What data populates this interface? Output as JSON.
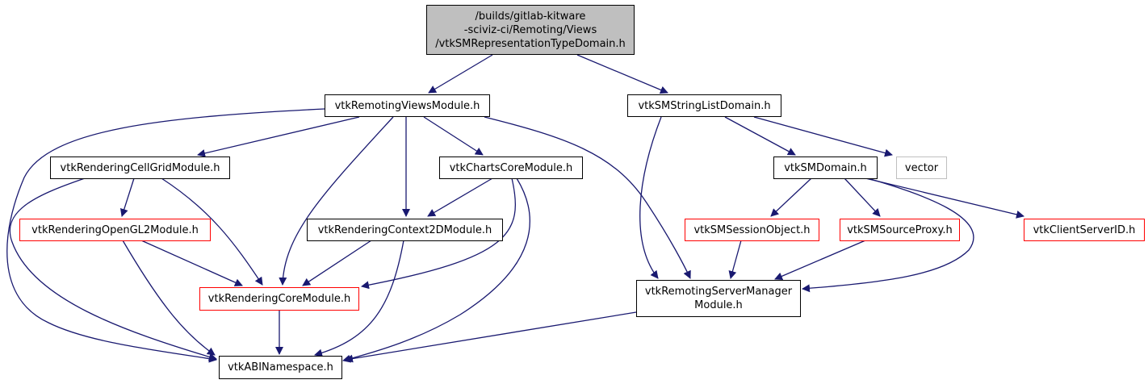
{
  "colors": {
    "edge": "#191970",
    "root_fill": "#bfbfbf",
    "missing_border": "#ff0000",
    "external_border": "#bfbfbf"
  },
  "nodes": {
    "root": {
      "label": "/builds/gitlab-kitware\n-sciviz-ci/Remoting/Views\n/vtkSMRepresentationTypeDomain.h",
      "style": "root"
    },
    "remoting_views": {
      "label": "vtkRemotingViewsModule.h",
      "style": "normal"
    },
    "sm_string_list": {
      "label": "vtkSMStringListDomain.h",
      "style": "normal"
    },
    "cell_grid": {
      "label": "vtkRenderingCellGridModule.h",
      "style": "normal"
    },
    "charts_core": {
      "label": "vtkChartsCoreModule.h",
      "style": "normal"
    },
    "sm_domain": {
      "label": "vtkSMDomain.h",
      "style": "normal"
    },
    "vector": {
      "label": "vector",
      "style": "external"
    },
    "opengl2": {
      "label": "vtkRenderingOpenGL2Module.h",
      "style": "red"
    },
    "context2d": {
      "label": "vtkRenderingContext2DModule.h",
      "style": "normal"
    },
    "session_object": {
      "label": "vtkSMSessionObject.h",
      "style": "red"
    },
    "source_proxy": {
      "label": "vtkSMSourceProxy.h",
      "style": "red"
    },
    "client_server_id": {
      "label": "vtkClientServerID.h",
      "style": "red"
    },
    "rendering_core": {
      "label": "vtkRenderingCoreModule.h",
      "style": "red"
    },
    "server_manager": {
      "label": "vtkRemotingServerManager\nModule.h",
      "style": "normal"
    },
    "abi": {
      "label": "vtkABINamespace.h",
      "style": "normal"
    }
  },
  "edges": [
    [
      "root",
      "remoting_views"
    ],
    [
      "root",
      "sm_string_list"
    ],
    [
      "remoting_views",
      "cell_grid"
    ],
    [
      "remoting_views",
      "abi"
    ],
    [
      "remoting_views",
      "rendering_core"
    ],
    [
      "remoting_views",
      "context2d"
    ],
    [
      "remoting_views",
      "charts_core"
    ],
    [
      "remoting_views",
      "server_manager"
    ],
    [
      "sm_string_list",
      "server_manager"
    ],
    [
      "sm_string_list",
      "sm_domain"
    ],
    [
      "sm_string_list",
      "vector"
    ],
    [
      "cell_grid",
      "opengl2"
    ],
    [
      "cell_grid",
      "abi"
    ],
    [
      "cell_grid",
      "rendering_core"
    ],
    [
      "charts_core",
      "context2d"
    ],
    [
      "charts_core",
      "rendering_core"
    ],
    [
      "charts_core",
      "abi"
    ],
    [
      "sm_domain",
      "session_object"
    ],
    [
      "sm_domain",
      "source_proxy"
    ],
    [
      "sm_domain",
      "client_server_id"
    ],
    [
      "sm_domain",
      "server_manager"
    ],
    [
      "opengl2",
      "rendering_core"
    ],
    [
      "opengl2",
      "abi"
    ],
    [
      "context2d",
      "rendering_core"
    ],
    [
      "context2d",
      "abi"
    ],
    [
      "rendering_core",
      "abi"
    ],
    [
      "session_object",
      "server_manager"
    ],
    [
      "source_proxy",
      "server_manager"
    ],
    [
      "server_manager",
      "abi"
    ]
  ]
}
